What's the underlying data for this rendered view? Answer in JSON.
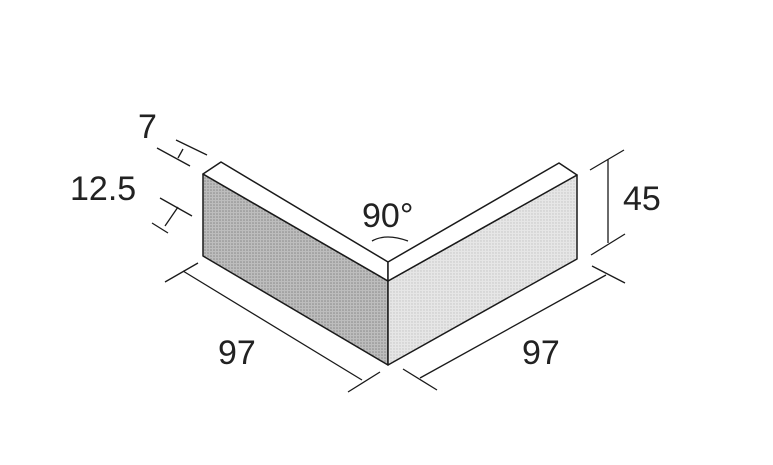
{
  "diagram": {
    "labels": {
      "thickness": "7",
      "lip": "12.5",
      "angle": "90°",
      "height": "45",
      "length_left": "97",
      "length_right": "97"
    },
    "colors": {
      "left_face": "#b4b4b4",
      "right_face": "#e2e2e2",
      "top_face": "#ffffff",
      "line": "#1a1a1a"
    }
  }
}
